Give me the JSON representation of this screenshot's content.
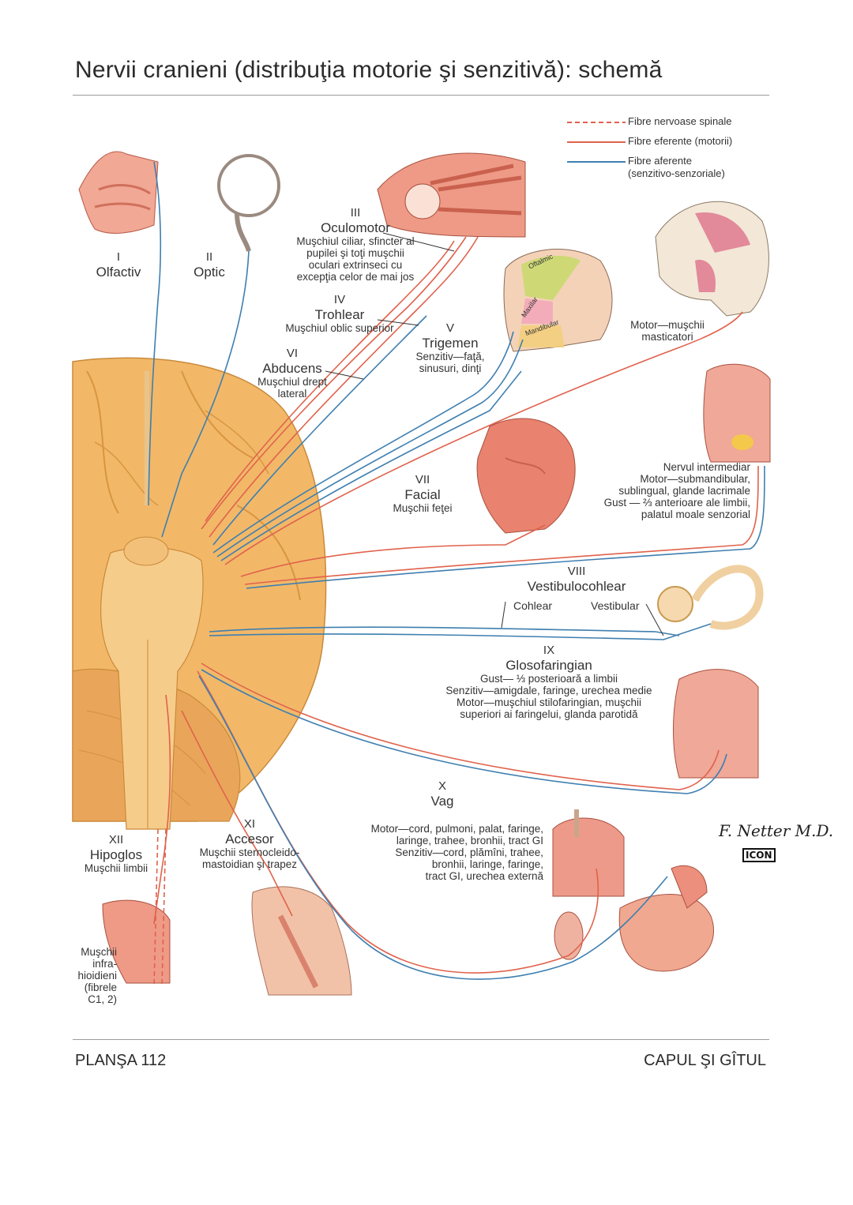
{
  "title": "Nervii cranieni (distribuţia motorie şi senzitivă): schemă",
  "legend": [
    {
      "label": "Fibre nervoase spinale",
      "color": "#e0624c",
      "style": "dashed"
    },
    {
      "label": "Fibre eferente (motorii)",
      "color": "#e0624c",
      "style": "solid"
    },
    {
      "label": "Fibre aferente",
      "label2": "(senzitivo-senzoriale)",
      "color": "#3f7fb0",
      "style": "solid"
    }
  ],
  "nerves": {
    "I": {
      "num": "I",
      "name": "Olfactiv"
    },
    "II": {
      "num": "II",
      "name": "Optic"
    },
    "III": {
      "num": "III",
      "name": "Oculomotor",
      "desc": [
        "Muşchiul ciliar, sfincter al",
        "pupilei şi toţi muşchii",
        "oculari extrinseci cu",
        "excepţia celor de mai jos"
      ]
    },
    "IV": {
      "num": "IV",
      "name": "Trohlear",
      "desc": [
        "Muşchiul oblic superior"
      ]
    },
    "VI": {
      "num": "VI",
      "name": "Abducens",
      "desc": [
        "Muşchiul drept",
        "lateral"
      ]
    },
    "V": {
      "num": "V",
      "name": "Trigemen",
      "desc": [
        "Senzitiv—faţă,",
        "sinusuri, dinţi"
      ]
    },
    "V_regions": [
      "Oftalmic",
      "Maxilar",
      "Mandibular"
    ],
    "V_motor": [
      "Motor—muşchii",
      "masticatori"
    ],
    "VII": {
      "num": "VII",
      "name": "Facial",
      "desc": [
        "Muşchii feţei"
      ]
    },
    "VII_intermediar": [
      "Nervul intermediar",
      "Motor—submandibular,",
      "sublingual, glande lacrimale",
      "Gust — ⅔ anterioare ale limbii,",
      "palatul moale senzorial"
    ],
    "VIII": {
      "num": "VIII",
      "name": "Vestibulocohlear",
      "cohlear": "Cohlear",
      "vestibular": "Vestibular"
    },
    "IX": {
      "num": "IX",
      "name": "Glosofaringian",
      "desc": [
        "Gust— ⅓ posterioară a limbii",
        "Senzitiv—amigdale, faringe, urechea medie",
        "Motor—muşchiul stilofaringian, muşchii",
        "superiori ai faringelui, glanda parotidă"
      ]
    },
    "X": {
      "num": "X",
      "name": "Vag",
      "desc": [
        "Motor—cord, pulmoni, palat, faringe,",
        "laringe, trahee, bronhii, tract GI",
        "Senzitiv—cord, plămîni, trahee,",
        "bronhii, laringe, faringe,",
        "tract GI, urechea externă"
      ]
    },
    "XI": {
      "num": "XI",
      "name": "Accesor",
      "desc": [
        "Muşchii sternocleido-",
        "mastoidian şi trapez"
      ]
    },
    "XII": {
      "num": "XII",
      "name": "Hipoglos",
      "desc": [
        "Muşchii limbii"
      ]
    },
    "infrahioidieni": [
      "Muşchii",
      "infra-",
      "hioidieni",
      "(fibrele",
      "C1, 2)"
    ]
  },
  "signature": "F. Netter M.D.",
  "publisher_logo": "ICON",
  "footer": {
    "left": "PLANŞA 112",
    "right": "CAPUL ŞI GÎTUL"
  },
  "colors": {
    "efferent": "#e0624c",
    "afferent": "#3f7fb0",
    "brain": "#f2b868",
    "brain_dark": "#d9953f",
    "muscle": "#e98a78"
  }
}
